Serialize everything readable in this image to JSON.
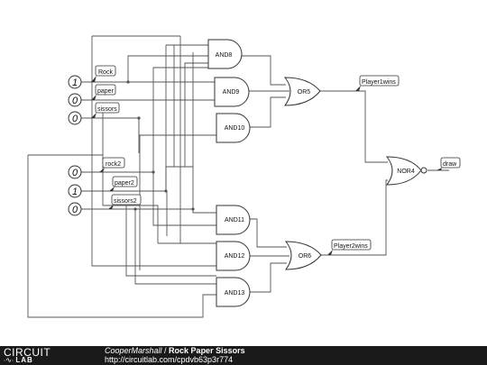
{
  "inputs": [
    {
      "value": "1",
      "label": "Rock"
    },
    {
      "value": "0",
      "label": "paper"
    },
    {
      "value": "0",
      "label": "sissors"
    },
    {
      "value": "0",
      "label": "rock2"
    },
    {
      "value": "1",
      "label": "paper2"
    },
    {
      "value": "0",
      "label": "sissors2"
    }
  ],
  "gates": {
    "and8": "AND8",
    "and9": "AND9",
    "and10": "AND10",
    "and11": "AND11",
    "and12": "AND12",
    "and13": "AND13",
    "or5": "OR5",
    "or6": "OR6",
    "nor4": "NOR4"
  },
  "outputs": {
    "player1": "Player1wins",
    "player2": "Player2wins",
    "draw": "draw"
  },
  "footer": {
    "logo_top": "CIRCUIT",
    "logo_bottom": "LAB",
    "author": "CooperMarshall",
    "separator": " / ",
    "title": "Rock Paper Sissors",
    "url": "http://circuitlab.com/cpdvb63p3r774"
  },
  "colors": {
    "wire": "#555555",
    "gate_stroke": "#333333",
    "label_arrow": "#333333",
    "footer_bg": "#1a1a1a"
  }
}
